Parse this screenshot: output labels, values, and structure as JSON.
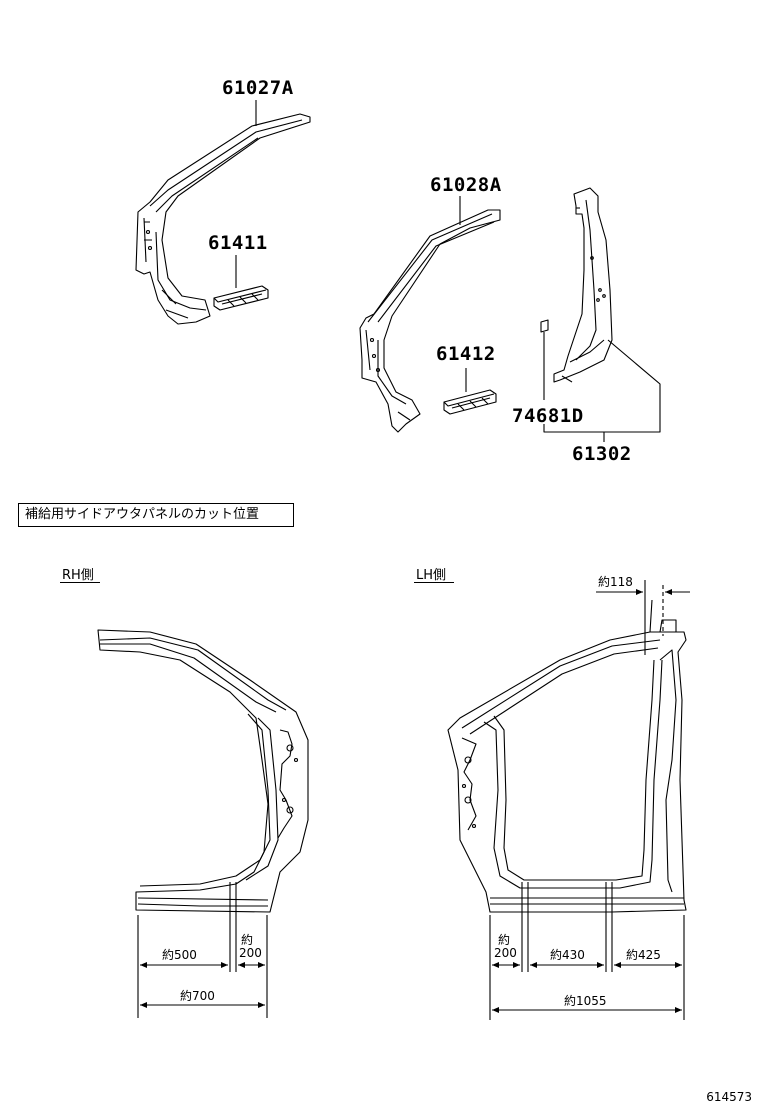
{
  "parts": {
    "p61027A": "61027A",
    "p61411": "61411",
    "p61028A": "61028A",
    "p61412": "61412",
    "p74681D": "74681D",
    "p61302": "61302"
  },
  "cut_note": "補給用サイドアウタパネルのカット位置",
  "rh_label": "RH側",
  "lh_label": "LH側",
  "dims": {
    "rh_500": "約500",
    "rh_200_a": "約",
    "rh_200_b": "200",
    "rh_700": "約700",
    "lh_118": "約118",
    "lh_200_a": "約",
    "lh_200_b": "200",
    "lh_430": "約430",
    "lh_425": "約425",
    "lh_1055": "約1055"
  },
  "figure_number": "614573"
}
